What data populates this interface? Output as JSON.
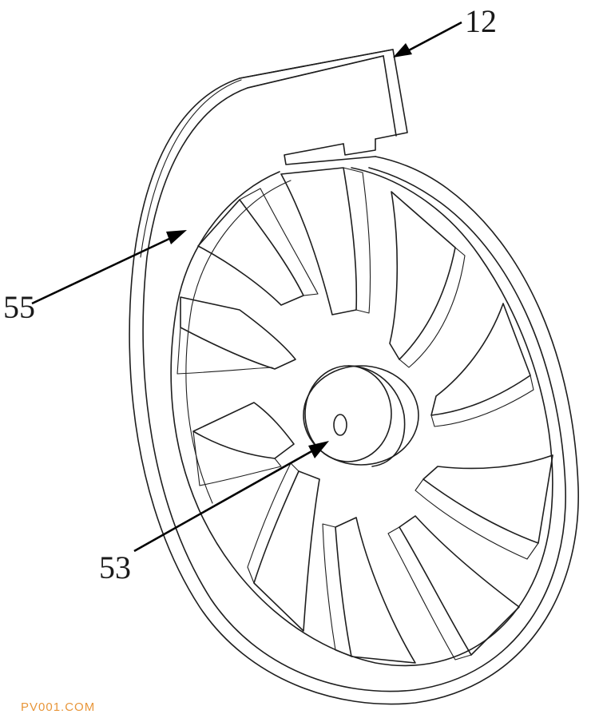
{
  "figure": {
    "labels": {
      "outlet": "12",
      "housing": "55",
      "hub": "53"
    },
    "watermark": "PV001.COM",
    "colors": {
      "line": "#1e1e1e",
      "watermark": "#e8963a",
      "background": "#ffffff"
    },
    "impeller_blade_count": 10
  }
}
